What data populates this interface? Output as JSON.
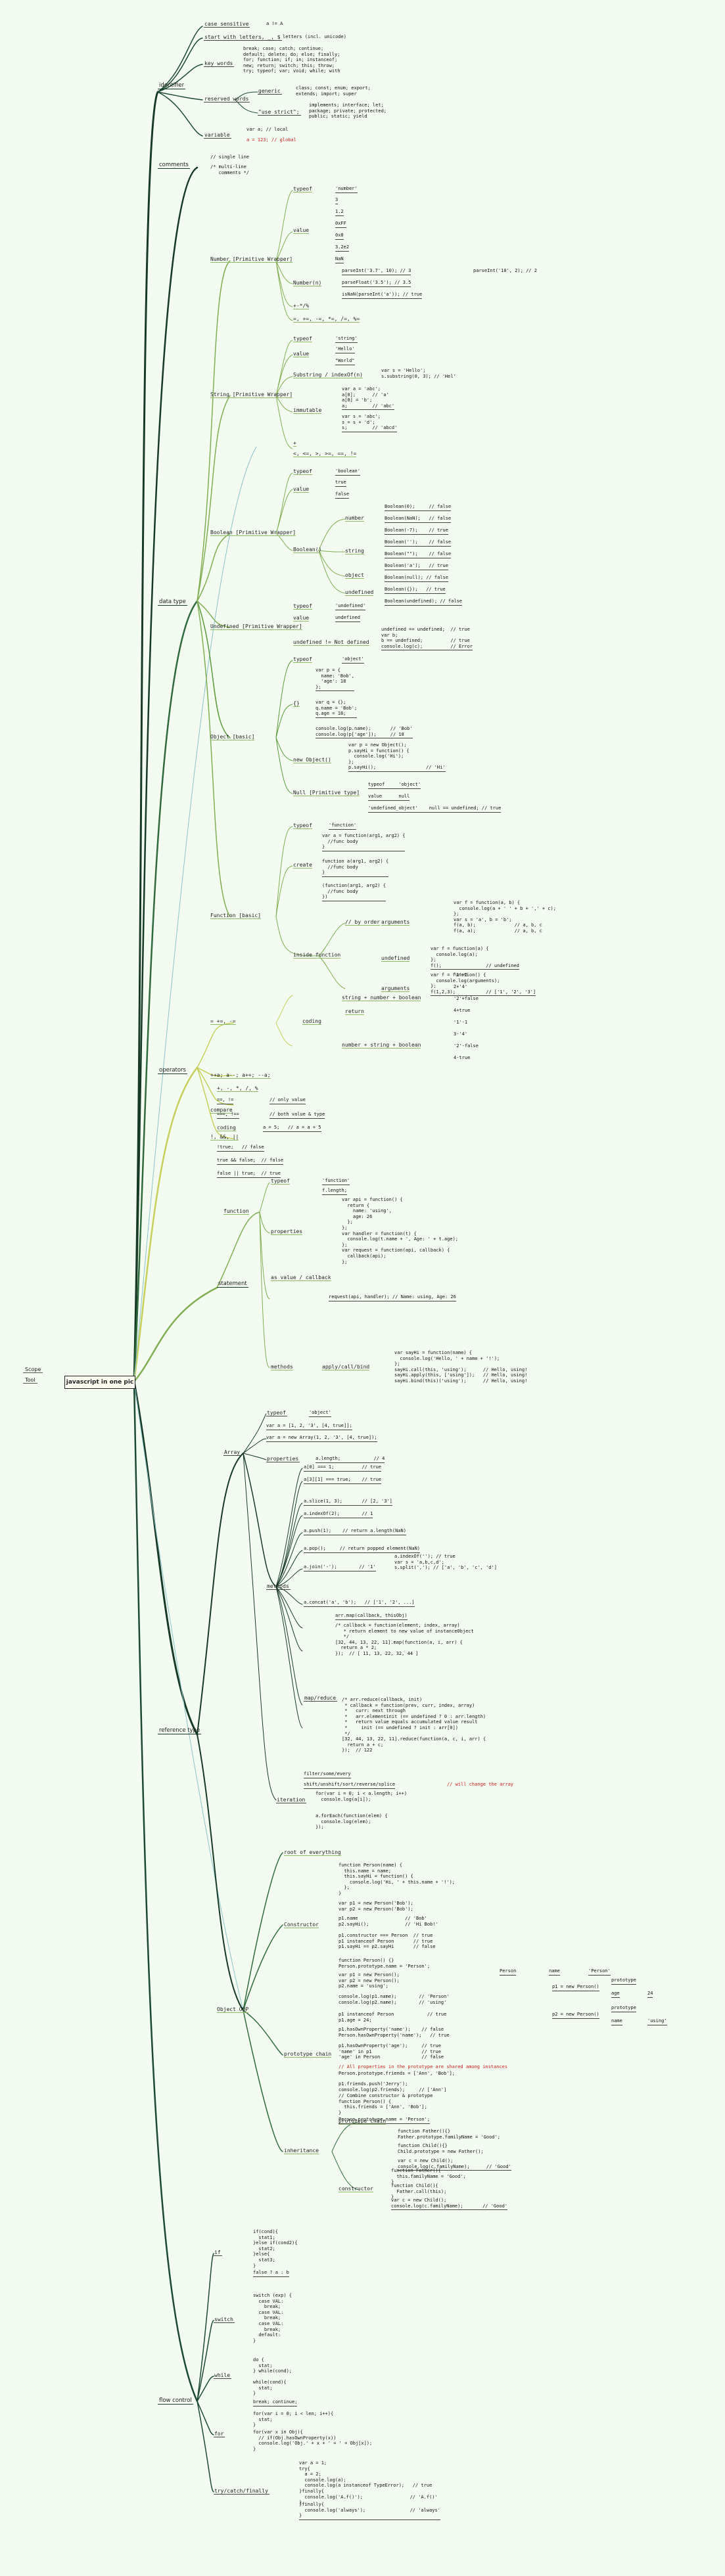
{
  "root": {
    "label": "javascript in one pic"
  },
  "meta": {
    "scope": "Scope",
    "tool": "Tool"
  },
  "sections": {
    "identifier": "identifier",
    "comments": "comments",
    "data_type": "data type",
    "operators": "operators",
    "statement": "statement",
    "reference_type": "reference type",
    "flow_control": "flow control"
  },
  "identifier": {
    "case_sensitive": "case sensitive",
    "case_sensitive_code": "a != A",
    "start_with": "start with letters, _, $",
    "unicode": "letters (incl. unicode)",
    "key_words": "key words",
    "key_words_code": "break; case; catch; continue;\ndefault; delete; do; else; finally;\nfor; function; if; in; instanceof;\nnew; return; switch; this; throw;\ntry; typeof; var; void; while; with",
    "reserved_words": "reserved words",
    "generic": "generic",
    "generic_code": "class; const; enum; export;\nextends; import; super",
    "strict": "\"use strict\";",
    "strict_code": "implements; interface; let;\npackage; private; protected;\npublic; static; yield",
    "variable": "variable",
    "var_code": "var a; // local",
    "global_code": "a = 123; // global"
  },
  "comments": {
    "single": "// single line",
    "multi": "/* multi-line\n   comments */"
  },
  "number": {
    "title": "Number [Primitive Wrapper]",
    "typeof": "typeof",
    "typeof_value": "'number'",
    "value": "value",
    "values": [
      "3",
      "1.2",
      "0xFF",
      "0x8",
      "3.2e2",
      "NaN"
    ],
    "numeric": "Number(n)",
    "numeric_rows": [
      "parseInt('3.7', 10); // 3",
      "parseFloat('3.5'); // 3.5",
      "isNaN(parseInt('a')); // true"
    ],
    "parseint_extra": "parseInt('10', 2); // 2",
    "ops": "+-*/%",
    "ops2": "=, +=, -=, *=, /=, %="
  },
  "string": {
    "title": "String [Primitive Wrapper]",
    "typeof_value": "'string'",
    "values": [
      "'Hello'",
      "\"World\""
    ],
    "substring": "Substring / indexOf(n)",
    "substring_code": "var s = 'Hello';\ns.substring(0, 3); // 'Hel'",
    "immutable": "immutable",
    "immutable_code1": "var a = 'abc';\na[0];      // 'a'\na[0] = 'b';\na;         // 'abc'",
    "immutable_code2": "var s = 'abc';\ns = s + 'd';\ns;         // 'abcd'",
    "concat": "+",
    "compare": "<, <=, >, >=, ==, !="
  },
  "boolean": {
    "title": "Boolean [Primitive Wrapper]",
    "typeof_value": "'boolean'",
    "values": [
      "true",
      "false"
    ],
    "boolean_fn": "Boolean()",
    "number": "number",
    "string": "string",
    "object": "object",
    "undefined": "undefined",
    "number_rows": [
      "Boolean(0);     // false",
      "Boolean(NaN);   // false",
      "Boolean(-7);    // true"
    ],
    "string_rows": [
      "Boolean('');    // false",
      "Boolean(\"\");    // false",
      "Boolean('a');   // true"
    ],
    "object_rows": [
      "Boolean(null); // false",
      "Boolean({});   // true"
    ],
    "undefined_row": "Boolean(undefined); // false"
  },
  "undefined": {
    "title": "Undefined [Primitive Wrapper]",
    "typeof_value": "'undefined'",
    "value": "undefined",
    "not_defined": "undefined != Not defined",
    "code": "undefined == undefined;  // true\nvar b;\nb == undefined;          // true\nconsole.log(c);          // Error"
  },
  "object": {
    "title": "Object [basic]",
    "typeof_value": "'object'",
    "literal": "var p = {\n  name: 'Bob',\n  'age': 18\n};",
    "dot": "var q = {};\nq.name = 'Bob';\nq.age = 18;",
    "access": "console.log(p.name);       // 'Bob'\nconsole.log(p['age']);     // 18",
    "new_object": "new Object()",
    "new_code": "var p = new Object();\np.sayHi = function() {\n  console.log('Hi');\n};\np.sayHi();                  // 'Hi'",
    "null": "Null [Primitive type]",
    "null_rows": [
      "typeof     'object'",
      "value      null",
      "'undefined_object'    null == undefined; // true"
    ]
  },
  "function": {
    "title": "Function [basic]",
    "typeof_value": "'function'",
    "expr": "var a = function(arg1, arg2) {\n  //func body\n}",
    "decl": "function a(arg1, arg2) {\n  //func body\n}",
    "anon": "(function(arg1, arg2) {\n  //func body\n})",
    "inside": "inside function",
    "by_order": "// by order",
    "arguments": "arguments",
    "undefined": "undefined",
    "args_code": "var f = function(a, b) {\n  console.log(a + ' ' + b + ',' + c);\n};\nvar s = 'a', b = 'b';\nf(a, b);              // a, b, c\nf(a, a);              // a, b, c",
    "undef_code": "var f = function(a) {\n  console.log(a);\n};\nf();                // undefined",
    "arguments_code": "var f = function() {\n  console.log(arguments);\n};\nf(1,2,3);           // ['1', '2', '3']",
    "return": "return"
  },
  "operators": {
    "assign": "= +=, -=",
    "coding": "coding",
    "string_num_bool": "string + number + boolean",
    "string_results": [
      "'1'+2",
      "2+'4'",
      "'2'+false",
      "4+true",
      "'1'-1",
      "3-'4'",
      "'2'-false",
      "4-true"
    ],
    "num_string_bool": "number + string + boolean",
    "increment": "++a; a--; a++; --a;",
    "binary": "+, -, *, /, %",
    "compare": "compare",
    "eq": "==, !=",
    "eq_note": "// only value",
    "strict_eq": "===, !==",
    "strict_note": "// both value & type",
    "coding2": "coding",
    "coding2_code": "a = 5;   // a = a + 5",
    "logic": "!, &&, ||",
    "not": "!true;   // false",
    "and": "true && false;  // false",
    "or": "false || true;  // true"
  },
  "statement": {
    "function": "function",
    "typeof": "typeof",
    "typeof_value": "'function'",
    "properties": "properties",
    "length": "f.length;",
    "code1": "var api = function() {\n  return {\n    name: 'using',\n    age: 26\n  };\n};\nvar handler = function(t) {\n  console.log(t.name + ', Age: ' + t.age);\n};\nvar request = function(api, callback) {\n  callback(api);\n};",
    "as_value": "as value / callback",
    "code2": "request(api, handler); // Name: using, Age: 26",
    "methods": "methods",
    "apply_call": "apply/call/bind",
    "code3": "var sayHi = function(name) {\n  console.log('Hello, ' + name + '!');\n};\nsayHi.call(this, 'using');      // Hello, using!\nsayHi.apply(this, ['using']);   // Hello, using!\nsayHi.bind(this)('using');      // Hello, using!"
  },
  "array": {
    "title": "Array",
    "typeof_value": "'object'",
    "literal": "var a = [1, 2, '3', [4, true]];",
    "new": "var a = new Array(1, 2, '3', [4, true]);",
    "length": "a.length;            // 4",
    "isArray": "a[0] === 1;          // true",
    "indexOf": "a[3][1] === true;    // true",
    "slice": "a.slice(1, 3);       // [2, '3']",
    "unshift": "a.indexOf(2);        // 1",
    "push": "a.push(1);    // return a.length(NaN)",
    "pop": "a.pop();     // return popped element(NaN)",
    "join": "a.join('-');        // '1'",
    "join_code": "a.indexOf(''); // true\nvar s = 'a,b,c,d';\ns.split(','); // ['a', 'b', 'c', 'd']",
    "concat": "a.concat('a', 'b');   // ['1', '2', ...]",
    "map": "arr.map(callback, thisObj)",
    "map_code": "/* callback = function(element, index, array)\n   * return element to new value of instanceObject\n   */\n[32, 44, 13, 22, 11].map(function(a, i, arr) {\n  return a * 2;\n});  // [ 11, 13, 22, 32, 44 ]",
    "reduce": "map/reduce",
    "reduce_code": "/* arr.reduce(callback, init)\n * callback = function(prev, curr, index, array)\n *   curr: next through\n *   arr.elementinit (== undefined ? 0 : arr.length)\n *   return value equals accumulated value result\n *     init (== undefined ? init : arr[0])\n */\n[32, 44, 13, 22, 11].reduce(function(a, c, i, arr) {\n  return a + c;\n});  // 122",
    "filter": "filter/some/every",
    "shift": "shift/unshift/sort/reverse/splice",
    "shift_note": "// will change the array",
    "iteration": "iteration",
    "for_code": "for(var i = 0; i < a.length; i++)\n  console.log(a[i]);",
    "forEach_code": "a.forEach(function(elem) {\n  console.log(elem);\n});"
  },
  "oop": {
    "root_everything": "root of everything",
    "constructor": "Constructor",
    "constructor_code": "function Person(name) {\n  this.name = name;\n  this.sayHi = function() {\n    console.log('Hi, ' + this.name + '!');\n  };\n}",
    "create_code": "var p1 = new Person('Bob');\nvar p2 = new Person('Bob');",
    "results": "p1.name                 // 'Bob'\np2.sayHi();             // 'Hi Bob!'",
    "instance": "p1.constructor === Person  // true\np1 instanceof Person       // true\np1.sayHi == p2.sayHi       // false",
    "object_oop": "Object OOP",
    "prototype_chain": "prototype chain",
    "proto_code": "function Person() {}\nPerson.prototype.name = 'Person';",
    "proto_code2": "var p1 = new Person();\nvar p2 = new Person();\np2.name = 'using';",
    "proto_log": "console.log(p1.name);        // 'Person'\nconsole.log(p2.name);        // 'using'",
    "instance2": "p1 instanceof Person            // true\np1.age = 24;",
    "hasown": "p1.hasOwnProperty('name');    // false\nPerson.hasOwnProperty('name');   // true",
    "in_op": "p1.hasOwnProperty('age');     // true\n'name' in p1                  // true\n'age' in Person               // false",
    "red_note": "// All properties in the prototype are shared among instances",
    "red_code": "Person.prototype.friends = ['Ann', 'Bob'];",
    "friends": "p1.friends.push('Jerry');\nconsole.log(p2.friends);     // ['Ann']",
    "chain": "// Combine constructor & prototype\nfunction Person() {\n  this.friends = ['Ann', 'Bob'];\n}",
    "chain2": "Person.prototype.name = 'Person';",
    "person_box": "Person",
    "p1_box": "p1 = new Person()",
    "name": "name",
    "name_value": "'Person'",
    "prototype": "prototype",
    "age": "age",
    "age_value": "24",
    "name2_value": "'using'",
    "inheritance": "inheritance",
    "prototype_chain2": "prototype chain",
    "inh_code": "function Father(){}\nFather.prototype.familyName = 'Good';",
    "inh_code2": "function Child(){}\nChild.prototype = new Father();",
    "inh_code3": "var c = new Child();\nconsole.log(c.familyName);      // 'Good'",
    "constructor2": "constructor",
    "ctor_code": "function Father(){\n  this.familyName = 'Good';\n}",
    "ctor_code2": "function Child(){\n  Father.call(this);\n}",
    "ctor_code3": "var c = new Child();\nconsole.log(c.familyName);       // 'Good'"
  },
  "flow": {
    "if": "if",
    "if_code": "if(cond){\n  stat1;\n}else if(cond2){\n  stat2;\n}else{\n  stat3;\n}",
    "ternary": "false ? a : b",
    "switch": "switch",
    "switch_code": "switch (exp) {\n  case VAL:\n    break;\n  case VAL:\n    break;\n  case VAL:\n    break;\n  default:\n}",
    "do_code": "do {\n  stat;\n} while(cond);",
    "while": "while",
    "while_code": "while(cond){\n  stat;\n}",
    "break": "break; continue;",
    "for": "for",
    "for_code": "for(var i = 0; i < len; i++){\n  stat;\n}",
    "for_in_code": "for(var x in Obj){\n  // if(Obj.hasOwnProperty(x))\n  console.log('Obj.' + x + ' = ' + Obj[x]);\n}",
    "try": "try/catch/finally",
    "try_code": "var a = 1;\ntry{\n  a = 2;\n  console.log(a);\n  console.log(a instanceof TypeError);   // true\n}finally{\n  console.log('A.f()');                 // 'A.f()'\n}",
    "try_code2": "}finally{\n  console.log('always');                // 'always'\n}"
  },
  "colors": {
    "trunk": "#173a25",
    "branch_dark": "#1c4a30",
    "branch_mid": "#2f6a3c",
    "branch_light": "#7fae52",
    "branch_yellow": "#c6cf5a",
    "aux_blue": "#8bc3c9",
    "red": "#c4211b"
  }
}
